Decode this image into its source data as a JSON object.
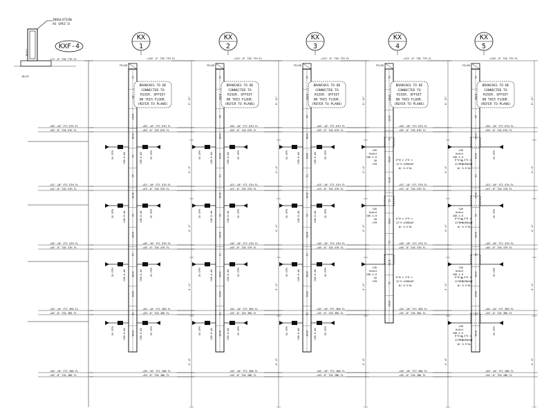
{
  "insulation_note": [
    "INSULATION",
    "AS SPEC'D"
  ],
  "detail_sizes": {
    "riser": "18x12",
    "duct": "18x32"
  },
  "kxf_tag": "KXF-4",
  "risers": [
    {
      "tag": "KX",
      "number": "1",
      "top_label": "FD/AD",
      "notes": [
        "BRANCHES TO BE",
        "CONNECTED TO",
        "RISER. OFFSET",
        "ON THIS FLOOR.",
        "(REFER TO PLANS)"
      ],
      "top_elev": "+126'-4\" TOS 7TH FL",
      "sizes": [
        "17",
        "50",
        "18x8",
        "18x8",
        "51",
        "59",
        "18x8",
        "51",
        "18x8",
        "51",
        "18x8",
        "18x8",
        "51",
        "18x8"
      ],
      "branch_label": "CAR-8-#4",
      "branch_cfm": "30 CFM",
      "elev_pairs": [
        [
          "+98'-10\" FTC 6TH FL",
          "+98'-8\" TOS 6TH FL"
        ],
        [
          "+53'-10\" FTC 5TH FL",
          "+53'-8\" TOS 5TH FL"
        ],
        [
          "+48'-10\" FTC 4TH FL",
          "+48'-8\" TOS 4TH FL"
        ],
        [
          "+36'-10\" FTC 3RD FL",
          "+36'-8\" TOS 3RD FL"
        ],
        [
          "+30'-10\" FTC 2ND FL",
          "+30'-8\" TOS 2ND FL"
        ]
      ],
      "floor_dims": [
        "8'-11\"",
        "4'-4\"",
        "4'-4\"",
        "4'-4\"",
        "4'-4\""
      ]
    },
    {
      "tag": "KX",
      "number": "2",
      "top_label": "FD/AD",
      "notes": [
        "BRANCHES TO BE",
        "CONNECTED TO",
        "RISER. OFFSET",
        "ON THIS FLOOR.",
        "(REFER TO PLANS)"
      ],
      "top_elev": "+122'-6\" TOS 7TH FL",
      "sizes": [
        "57",
        "18x8",
        "59",
        "18x8",
        "18x8",
        "51",
        "18x8",
        "51",
        "18x8",
        "51",
        "18x8",
        "18x8",
        "51",
        "18x8"
      ],
      "branch_label": "CAR-8-#4",
      "branch_cfm": "30 CFM",
      "elev_pairs": [
        [
          "+98'-10\" FTC 6TH FL",
          "+98'-8\" TOS 6TH FL"
        ],
        [
          "+53'-10\" FTC 5TH FL",
          "+53'-8\" TOS 5TH FL"
        ],
        [
          "+48'-10\" FTC 4TH FL",
          "+48'-8\" TOS 4TH FL"
        ],
        [
          "+36'-10\" FTC 3RD FL",
          "+36'-8\" TOS 3RD FL"
        ],
        [
          "+30'-10\" FTC 2ND FL",
          "+30'-8\" TOS 2ND FL"
        ]
      ],
      "floor_dims": [
        "8'-11\"",
        "4'-4\"",
        "4'-4\"",
        "4'-4\"",
        "4'-4\""
      ]
    },
    {
      "tag": "KX",
      "number": "3",
      "top_label": "FD/AD",
      "notes": [
        "BRANCHES TO BE",
        "CONNECTED TO",
        "RISER. OFFSET",
        "ON THIS FLOOR.",
        "(REFER TO PLANS)"
      ],
      "top_elev": "+122'-6\" TOS 7TH FL",
      "sizes": [
        "57",
        "18x8",
        "59",
        "18x8",
        "18x8",
        "51",
        "18x8",
        "51",
        "18x8",
        "51",
        "18x8",
        "18x8",
        "51",
        "18x8"
      ],
      "branch_label": "CAR-8-#4",
      "branch_cfm": "30 CFM",
      "elev_pairs": [
        [
          "+98'-10\" FTC 6TH FL",
          "+98'-8\" TOS 6TH FL"
        ],
        [
          "+53'-10\" FTC 5TH FL",
          "+53'-8\" TOS 5TH FL"
        ],
        [
          "+48'-10\" FTC 4TH FL",
          "+48'-8\" TOS 4TH FL"
        ],
        [
          "+36'-10\" FTC 3RD FL",
          "+36'-8\" TOS 3RD FL"
        ],
        [
          "+30'-10\" FTC 2ND FL",
          "+30'-8\" TOS 2ND FL"
        ]
      ],
      "floor_dims": [
        "8'-11\"",
        "4'-4\"",
        "4'-4\"",
        "4'-4\"",
        "4'-4\""
      ]
    },
    {
      "tag": "KX",
      "number": "4",
      "top_label": "FD/AD",
      "notes": [
        "BRANCHES TO BE",
        "CONNECTED TO",
        "RISER. OFFSET",
        "ON THIS FLOOR.",
        "(REFER TO PLANS)"
      ],
      "top_elev": "+122'-6\" TOS 7TH FL",
      "sizes": [
        "51",
        "18x8",
        "12x8",
        "51",
        "18x8",
        "12x8",
        "51",
        "18x8",
        "51",
        "12x8",
        "51",
        "18x8"
      ],
      "branch_label": "CAR 8x6x4 CDR-S-H 30 CFM",
      "boot_note": "6\"W x 4\"D x 22\"H AIRBOOT W/ 0.5\"AL",
      "elev_pairs": [
        [
          "+98'-10\" FTC 6TH FL",
          "+98'-8\" TOS 6TH FL"
        ],
        [
          "+53'-10\" FTC 5TH FL",
          "+53'-8\" TOS 5TH FL"
        ],
        [
          "+48'-10\" FTC 4TH FL",
          "+48'-8\" TOS 4TH FL"
        ],
        [
          "+36'-10\" FTC 3RD FL",
          "+36'-8\" TOS 3RD FL"
        ],
        [
          "+30'-10\" FTC 2ND FL",
          "+30'-8\" TOS 2ND FL"
        ]
      ],
      "floor_dims": [
        "8'-11\"",
        "4'-4\"",
        "4'-4\"",
        "4'-4\"",
        "4'-4\""
      ]
    },
    {
      "tag": "KX",
      "number": "5",
      "top_label": "FD/AD",
      "notes": [
        "BRANCHES TO BE",
        "CONNECTED TO",
        "RISER. OFFSET",
        "ON THIS FLOOR.",
        "(REFER TO PLANS)"
      ],
      "top_elev": "+126'-0\" TOS 7TH FL",
      "sizes": [
        "51",
        "18x8",
        "59",
        "18x8",
        "18x8",
        "51",
        "18x8",
        "51",
        "18x8",
        "51",
        "18x8",
        "18x8",
        "51",
        "18x8"
      ],
      "branch_label": "CAR 8x6x4 CDR-S-H 30 CFM",
      "boot_note": "6\"W x 4\"D x 22\"H AIRBOOT W/ 0.5\"AL",
      "elev_pairs": [
        [
          "+98'-10\" FTC 6TH FL",
          "+98'-8\" TOS 6TH FL"
        ],
        [
          "+53'-10\" FTC 5TH FL",
          "+53'-8\" TOS 5TH FL"
        ],
        [
          "+48'-10\" FTC 4TH FL",
          "+48'-8\" TOS 4TH FL"
        ],
        [
          "+36'-10\" FTC 3RD FL",
          "+36'-8\" TOS 3RD FL"
        ],
        [
          "+30'-10\" FTC 2ND FL",
          "+30'-8\" TOS 2ND FL"
        ]
      ],
      "floor_dims": [
        "8'-11\"",
        "4'-4\"",
        "4'-4\"",
        "4'-4\"",
        "4'-4\""
      ]
    }
  ],
  "kxf_elevs": [
    "+72'-6\" TOS 7TH FL",
    "+98'-10\" FTC 6TH FL",
    "+98'-8\" TOS 6TH FL",
    "+53'-10\" FTC 5TH FL",
    "+53'-8\" TOS 5TH FL",
    "+48'-10\" FTC 4TH FL",
    "+48'-8\" TOS 4TH FL",
    "+36'-10\" FTC 3RD FL",
    "+36'-8\" TOS 3RD FL",
    "+30'-10\" FTC 2ND FL",
    "+30'-8\" TOS 2ND FL"
  ]
}
